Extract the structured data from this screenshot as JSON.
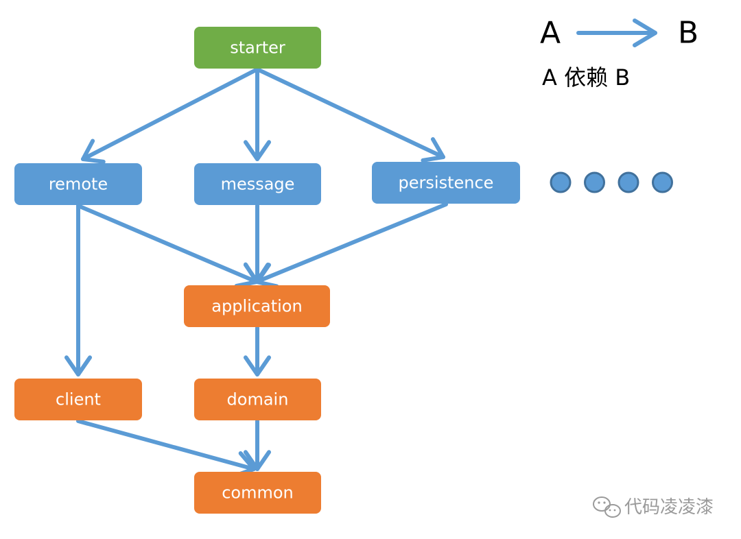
{
  "colors": {
    "top": "#70ad47",
    "middle": "#5b9bd5",
    "bottom": "#ed7d31",
    "edge": "#5b9bd5",
    "dot_fill": "#5b9bd5",
    "dot_stroke": "#41719c",
    "watermark": "#9a9a9a"
  },
  "nodes": [
    {
      "id": "starter",
      "label": "starter",
      "tier": "top"
    },
    {
      "id": "remote",
      "label": "remote",
      "tier": "middle"
    },
    {
      "id": "message",
      "label": "message",
      "tier": "middle"
    },
    {
      "id": "persistence",
      "label": "persistence",
      "tier": "middle"
    },
    {
      "id": "application",
      "label": "application",
      "tier": "bottom"
    },
    {
      "id": "client",
      "label": "client",
      "tier": "bottom"
    },
    {
      "id": "domain",
      "label": "domain",
      "tier": "bottom"
    },
    {
      "id": "common",
      "label": "common",
      "tier": "bottom"
    }
  ],
  "edges": [
    {
      "from": "starter",
      "to": "remote"
    },
    {
      "from": "starter",
      "to": "message"
    },
    {
      "from": "starter",
      "to": "persistence"
    },
    {
      "from": "remote",
      "to": "application"
    },
    {
      "from": "message",
      "to": "application"
    },
    {
      "from": "persistence",
      "to": "application"
    },
    {
      "from": "remote",
      "to": "client"
    },
    {
      "from": "application",
      "to": "domain"
    },
    {
      "from": "client",
      "to": "common"
    },
    {
      "from": "domain",
      "to": "common"
    }
  ],
  "legend": {
    "from_letter": "A",
    "to_letter": "B",
    "caption": "A 依赖 B"
  },
  "ellipsis_dot_count": 4,
  "watermark": {
    "text": "代码凌凌漆",
    "icon": "wechat-icon"
  }
}
